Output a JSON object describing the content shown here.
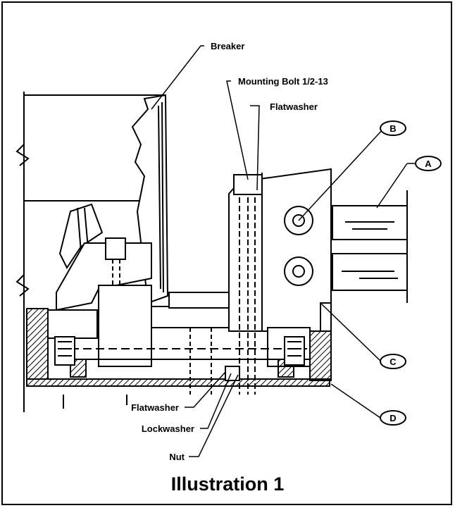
{
  "labels": {
    "breaker": "Breaker",
    "mounting_bolt": "Mounting Bolt 1/2-13",
    "flatwasher_top": "Flatwasher",
    "flatwasher_bottom": "Flatwasher",
    "lockwasher": "Lockwasher",
    "nut": "Nut"
  },
  "callouts": {
    "a": "A",
    "b": "B",
    "c": "C",
    "d": "D"
  },
  "caption": "Illustration 1"
}
